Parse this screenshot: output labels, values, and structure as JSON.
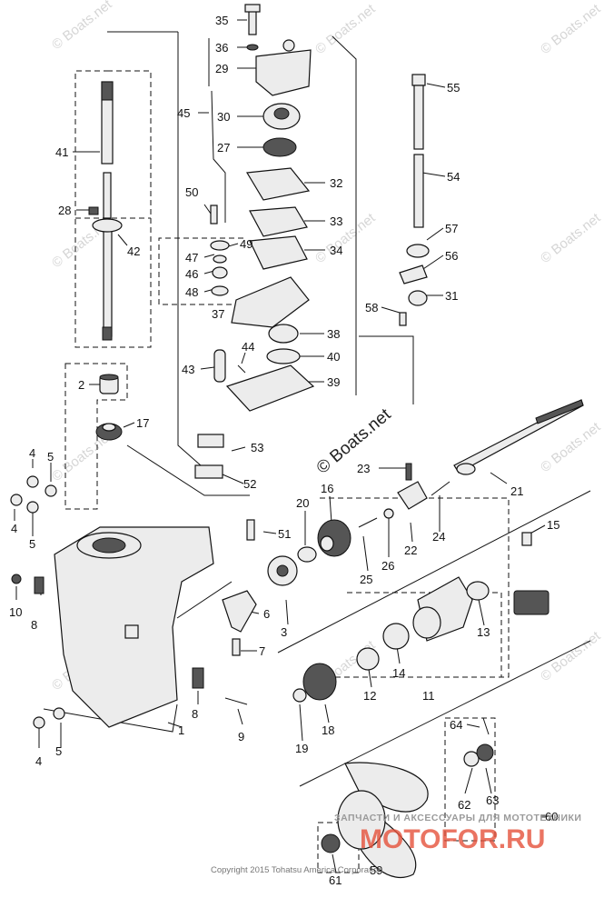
{
  "watermarks": {
    "main": "© Boats.net",
    "faint": "© Boats.net"
  },
  "copyright": "Copyright 2015 Tohatsu America Corporation",
  "advert": {
    "line1": "ЗАПЧАСТИ И АКСЕССУАРЫ ДЛЯ МОТОТЕХНИКИ",
    "line2": "MOTOFOR.RU"
  },
  "callouts": {
    "c1": "1",
    "c2": "2",
    "c3": "3",
    "c4a": "4",
    "c4b": "4",
    "c4c": "4",
    "c5a": "5",
    "c5b": "5",
    "c5c": "5",
    "c6": "6",
    "c7": "7",
    "c8a": "8",
    "c8b": "8",
    "c9": "9",
    "c10": "10",
    "c11": "11",
    "c12": "12",
    "c13": "13",
    "c14": "14",
    "c15": "15",
    "c16": "16",
    "c17": "17",
    "c18": "18",
    "c19": "19",
    "c20": "20",
    "c21": "21",
    "c22": "22",
    "c23": "23",
    "c24": "24",
    "c25": "25",
    "c26": "26",
    "c27": "27",
    "c28": "28",
    "c29": "29",
    "c30": "30",
    "c31": "31",
    "c32": "32",
    "c33": "33",
    "c34": "34",
    "c35": "35",
    "c36": "36",
    "c37": "37",
    "c38": "38",
    "c39": "39",
    "c40": "40",
    "c41": "41",
    "c42": "42",
    "c43": "43",
    "c44": "44",
    "c45": "45",
    "c46": "46",
    "c47": "47",
    "c48": "48",
    "c49": "49",
    "c50": "50",
    "c51": "51",
    "c52": "52",
    "c53": "53",
    "c54": "54",
    "c55": "55",
    "c56": "56",
    "c57": "57",
    "c58": "58",
    "c59": "59",
    "c60": "60",
    "c61": "61",
    "c62": "62",
    "c63": "63",
    "c64": "64"
  }
}
